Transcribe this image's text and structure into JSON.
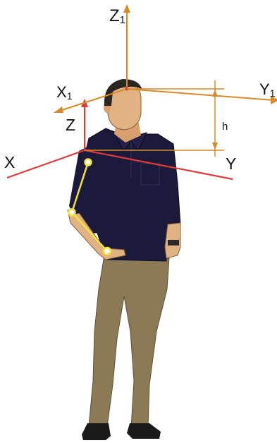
{
  "labels": {
    "z1": "Z",
    "z1_sub": "1",
    "x1": "X",
    "x1_sub": "1",
    "y1": "Y",
    "y1_sub": "1",
    "z": "Z",
    "x": "X",
    "y": "Y",
    "h": "h"
  },
  "colors": {
    "head_frame": "#d9892a",
    "body_frame": "#e03a3a",
    "arm_chain": "#f2e23a",
    "shirt": "#1c1a3a",
    "pants": "#8b7a55",
    "skin": "#e2b382",
    "hair": "#2b2620",
    "shoes": "#1a1a1a"
  }
}
